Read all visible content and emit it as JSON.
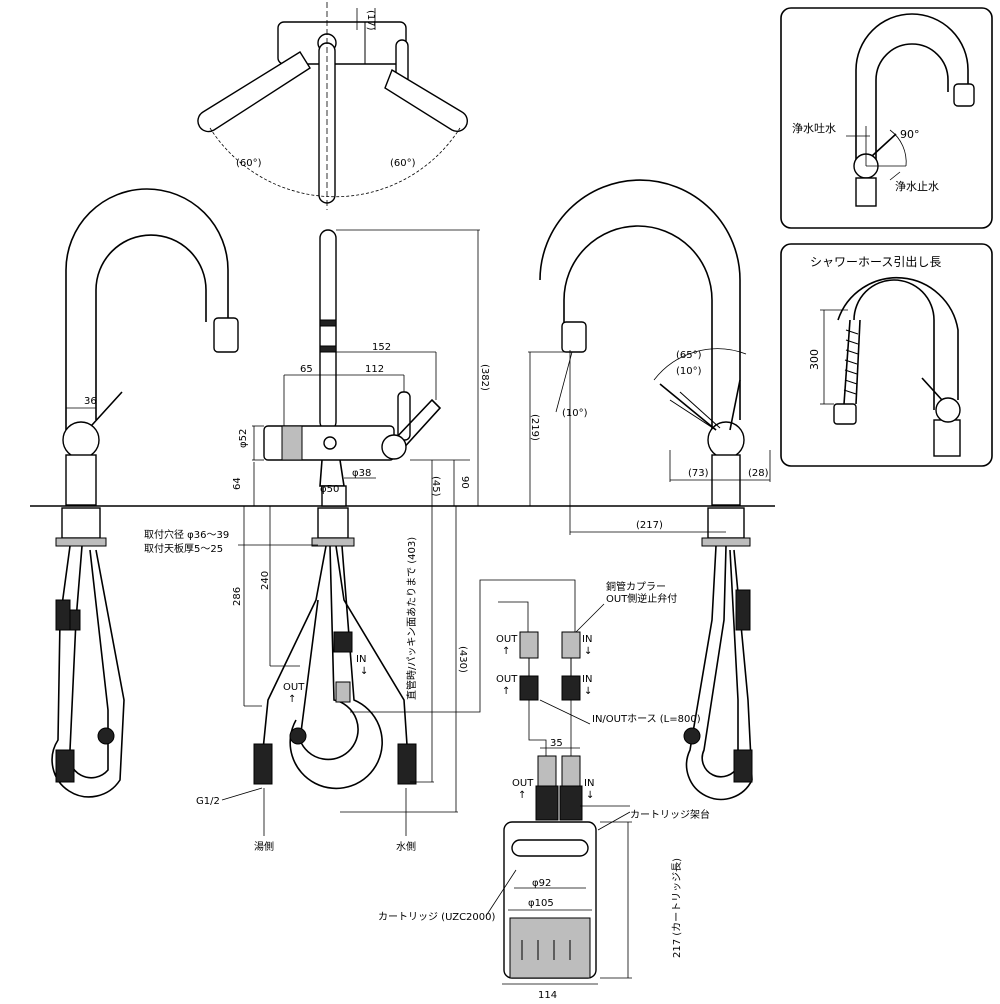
{
  "dims": {
    "top_width": "(17)",
    "angle_left": "(60°)",
    "angle_right": "(60°)",
    "d36": "36",
    "d152": "152",
    "d65": "65",
    "d112": "112",
    "phi52": "φ52",
    "phi38": "φ38",
    "phi50": "φ50",
    "d64": "64",
    "d382": "(382)",
    "d45": "(45)",
    "d90": "90",
    "d219": "(219)",
    "ang10a": "(10°)",
    "ang65": "(65°)",
    "ang10b": "(10°)",
    "d73": "(73)",
    "d28": "(28)",
    "d217": "(217)",
    "d286": "286",
    "d240": "240",
    "d403": "直管時/パッキン面あたりまで (403)",
    "d430": "(430)",
    "d35": "35",
    "phi92": "φ92",
    "phi105": "φ105",
    "d114": "114",
    "d217b": "217 (カートリッジ長)",
    "d300": "300"
  },
  "labels": {
    "mount_hole": "取付穴径 φ36～39",
    "mount_plate": "取付天板厚5～25",
    "coupler_1": "銅管カプラー",
    "coupler_2": "OUT側逆止弁付",
    "out": "OUT",
    "in": "IN",
    "arrow_up": "↑",
    "arrow_down": "↓",
    "hose": "IN/OUTホース (L=800)",
    "cartridge_stand": "カートリッジ架台",
    "cartridge": "カートリッジ (UZC2000)",
    "g12": "G1/2",
    "hot_side": "湯側",
    "water_side": "水側"
  },
  "inset_top": {
    "spout_label": "浄水吐水",
    "stop_label": "浄水止水",
    "angle": "90°"
  },
  "inset_bottom": {
    "title": "シャワーホース引出し長"
  }
}
